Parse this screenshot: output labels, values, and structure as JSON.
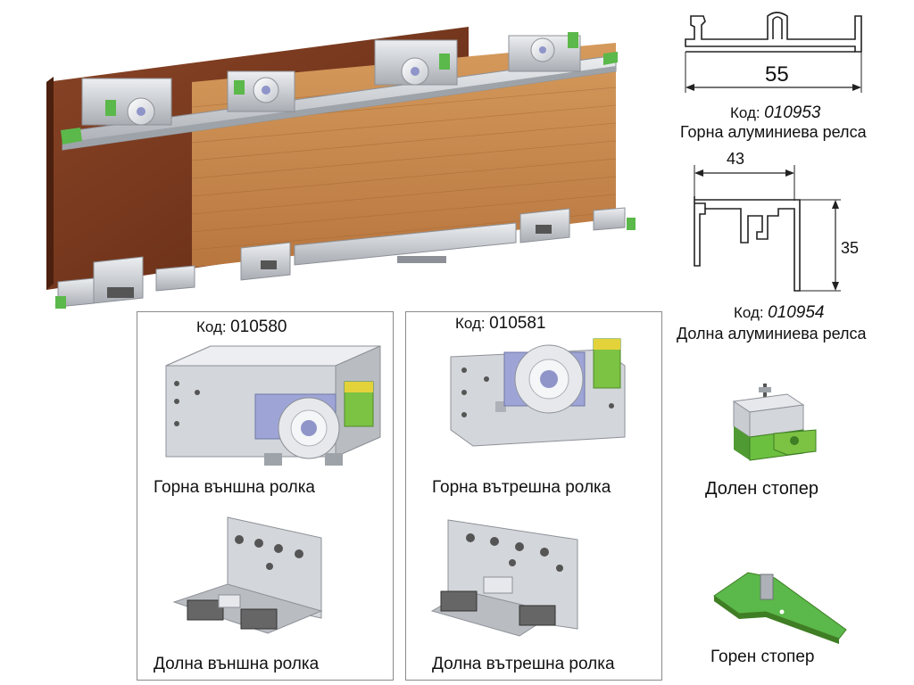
{
  "top_rail": {
    "width_dim": "55",
    "code_prefix": "Код:",
    "code": "010953",
    "name": "Горна алуминиева релса"
  },
  "bottom_rail": {
    "width_dim": "43",
    "height_dim": "35",
    "code_prefix": "Код:",
    "code": "010954",
    "name": "Долна алуминиева релса"
  },
  "outer_set": {
    "code_prefix": "Код:",
    "code": "010580",
    "upper_label": "Горна външна ролка",
    "lower_label": "Долна външна ролка"
  },
  "inner_set": {
    "code_prefix": "Код:",
    "code": "010581",
    "upper_label": "Горна вътрешна ролка",
    "lower_label": "Долна вътрешна ролка"
  },
  "lower_stopper": {
    "label": "Долен стопер"
  },
  "upper_stopper": {
    "label": "Горен стопер"
  },
  "colors": {
    "dark_wood": "#7a3a1f",
    "light_wood": "#c8894f",
    "metal": "#c9ccd1",
    "green": "#5bb84a",
    "yellow": "#e4d23a",
    "frame": "#8a8a8a"
  }
}
